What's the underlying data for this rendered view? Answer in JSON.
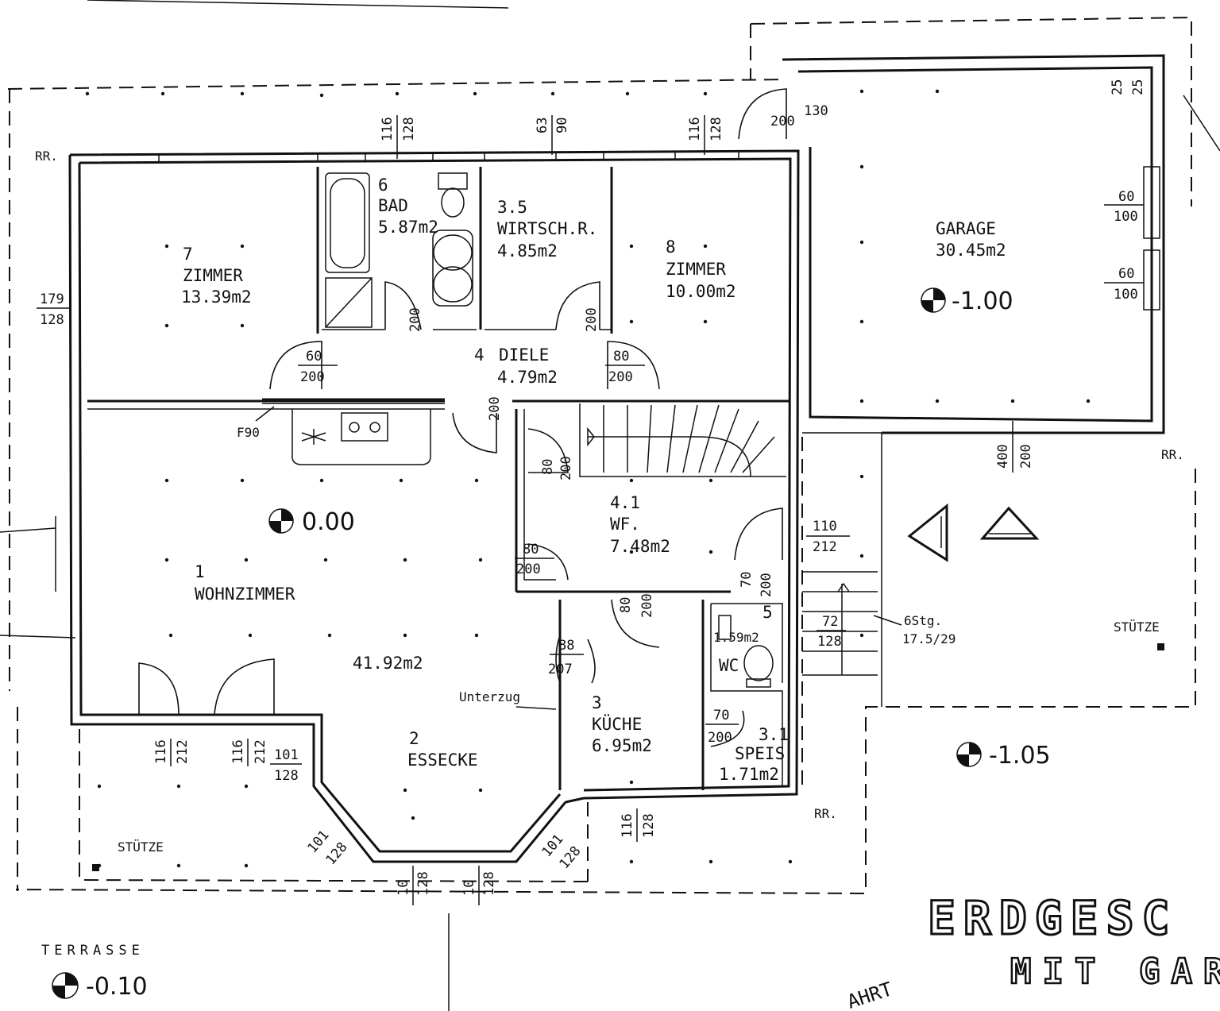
{
  "rooms": [
    {
      "key": "wohnzimmer",
      "number": "1",
      "name": "WOHNZIMMER",
      "area": "41.92m2"
    },
    {
      "key": "essecke",
      "number": "2",
      "name": "ESSECKE",
      "area": ""
    },
    {
      "key": "kueche",
      "number": "3",
      "name": "KÜCHE",
      "area": "6.95m2"
    },
    {
      "key": "speis",
      "number": "3.1",
      "name": "SPEIS",
      "area": "1.71m2"
    },
    {
      "key": "wirtsch",
      "number": "3.5",
      "name": "WIRTSCH.R.",
      "area": "4.85m2"
    },
    {
      "key": "diele",
      "number": "4",
      "name": "DIELE",
      "area": "4.79m2"
    },
    {
      "key": "wf",
      "number": "4.1",
      "name": "WF.",
      "area": "7.48m2"
    },
    {
      "key": "wc",
      "number": "5",
      "name": "WC",
      "area": "1.59m2"
    },
    {
      "key": "bad",
      "number": "6",
      "name": "BAD",
      "area": "5.87m2"
    },
    {
      "key": "zimmer7",
      "number": "7",
      "name": "ZIMMER",
      "area": "13.39m2"
    },
    {
      "key": "zimmer8",
      "number": "8",
      "name": "ZIMMER",
      "area": "10.00m2"
    },
    {
      "key": "garage",
      "number": "",
      "name": "GARAGE",
      "area": "30.45m2"
    }
  ],
  "levels": {
    "ground": "0.00",
    "garage": "-1.00",
    "outside": "-1.05",
    "terrace": "-0.10"
  },
  "labels": {
    "terrasse": "TERRASSE",
    "stuetze": "STÜTZE",
    "rr": "RR.",
    "f90": "F90",
    "unterzug": "Unterzug",
    "stairs_info": "6Stg.",
    "stairs_ratio": "17.5/29",
    "title_line1": "ERDGESC",
    "title_line2": "MIT GAR",
    "einfahrt": "AHRT"
  },
  "dimensions": {
    "d179": "179",
    "d128": "128",
    "d116": "116",
    "d63": "63",
    "d90": "90",
    "d130": "130",
    "d200": "200",
    "d25": "25",
    "d60": "60",
    "d100": "100",
    "d70": "70",
    "d80": "80",
    "d90b": "90",
    "d400": "400",
    "d110": "110",
    "d212": "212",
    "d72": "72",
    "d88": "88",
    "d207": "207",
    "d101": "101",
    "d10": "10"
  }
}
